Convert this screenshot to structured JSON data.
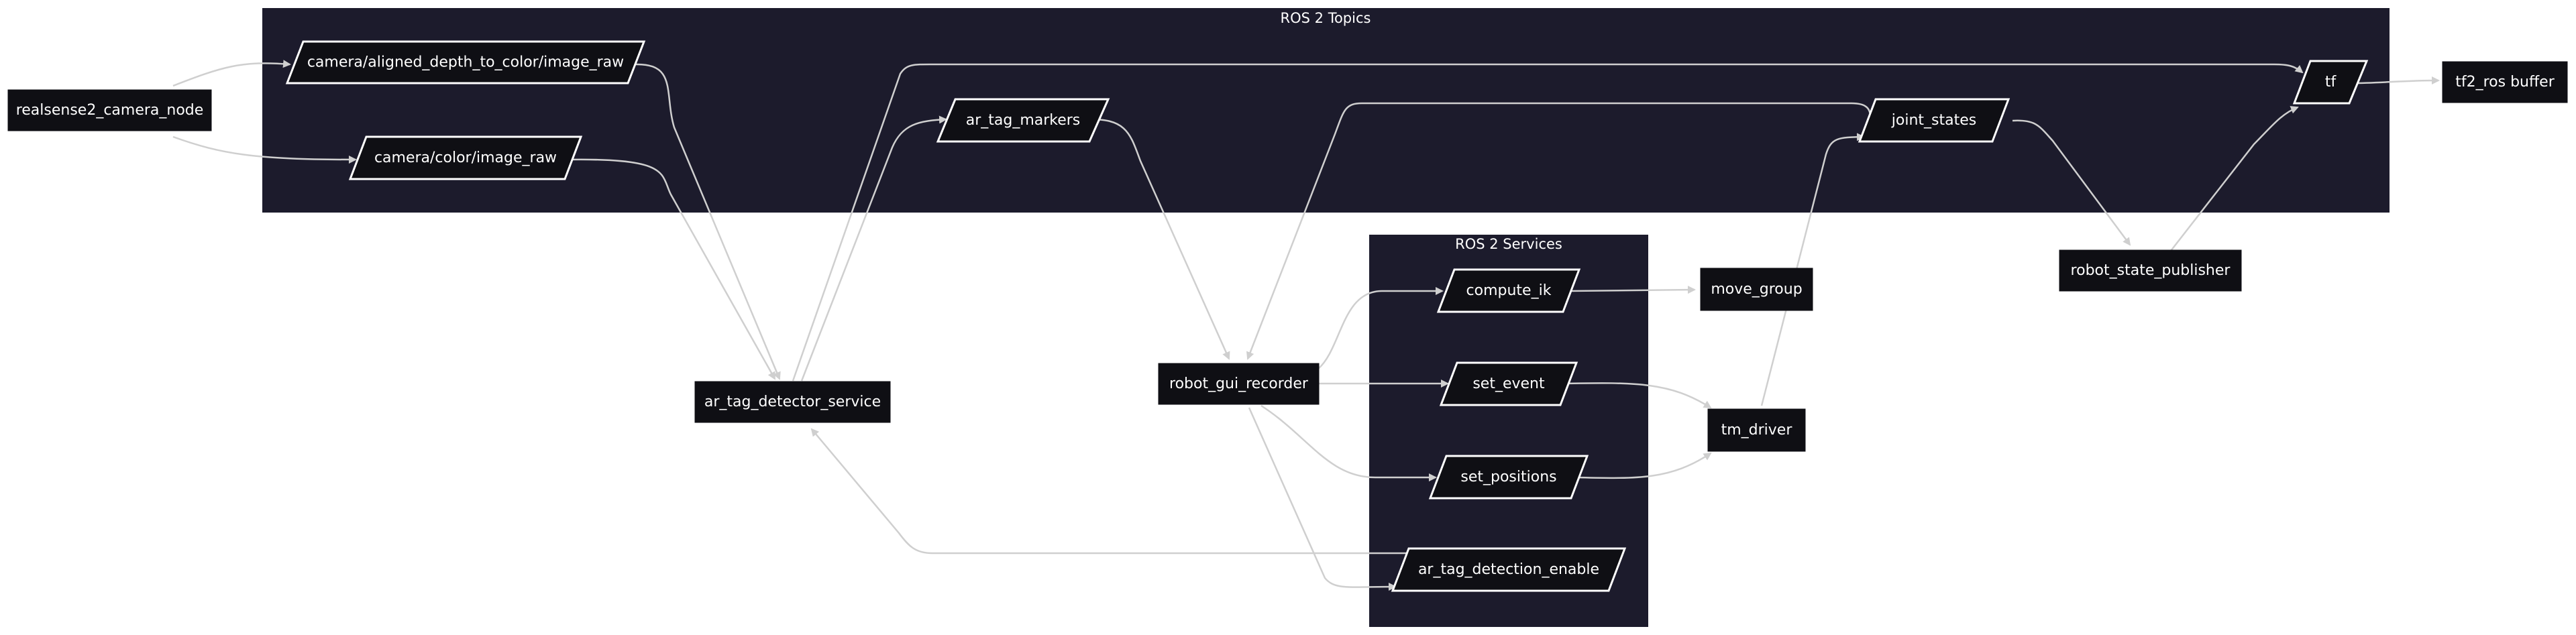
{
  "clusters": {
    "topics_title": "ROS 2 Topics",
    "services_title": "ROS 2 Services"
  },
  "nodes": {
    "realsense": "realsense2_camera_node",
    "detector": "ar_tag_detector_service",
    "recorder": "robot_gui_recorder",
    "move_group": "move_group",
    "tm_driver": "tm_driver",
    "rsp": "robot_state_publisher",
    "tf2": "tf2_ros buffer"
  },
  "topics": {
    "aligned_depth": "camera/aligned_depth_to_color/image_raw",
    "color": "camera/color/image_raw",
    "markers": "ar_tag_markers",
    "joint_states": "joint_states",
    "tf": "tf"
  },
  "services": {
    "compute_ik": "compute_ik",
    "set_event": "set_event",
    "set_positions": "set_positions",
    "detection_enable": "ar_tag_detection_enable"
  },
  "colors": {
    "cluster_bg": "#1c1b2c",
    "node_bg": "#0f0f14",
    "edge": "#cfcfcf",
    "text": "#ffffff"
  }
}
